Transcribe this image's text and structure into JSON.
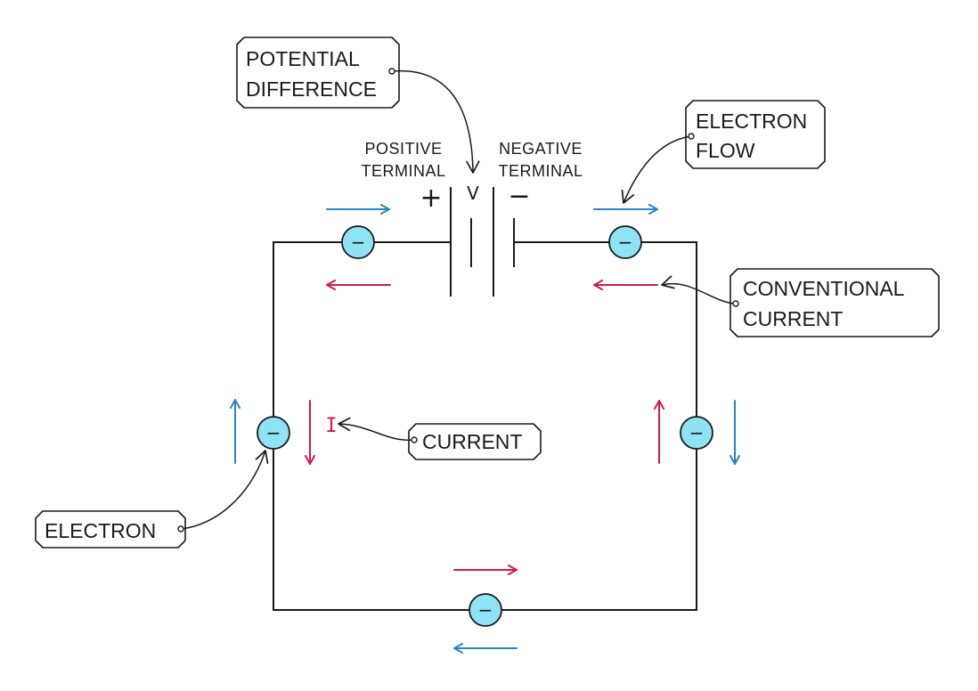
{
  "colors": {
    "electron_flow": "#2a85c2",
    "conventional_current": "#d11a4d",
    "electron_fill": "#8ee3f5",
    "wire": "#1a1a1a"
  },
  "battery": {
    "positive_label_line1": "POSITIVE",
    "positive_label_line2": "TERMINAL",
    "negative_label_line1": "NEGATIVE",
    "negative_label_line2": "TERMINAL",
    "positive_sign": "+",
    "negative_sign": "−",
    "voltage_symbol": "V"
  },
  "current_symbol": "I",
  "electron_sign": "−",
  "callouts": {
    "potential_difference_line1": "POTENTIAL",
    "potential_difference_line2": "DIFFERENCE",
    "electron_flow_line1": "ELECTRON",
    "electron_flow_line2": "FLOW",
    "conventional_current_line1": "CONVENTIONAL",
    "conventional_current_line2": "CURRENT",
    "current": "CURRENT",
    "electron": "ELECTRON"
  }
}
